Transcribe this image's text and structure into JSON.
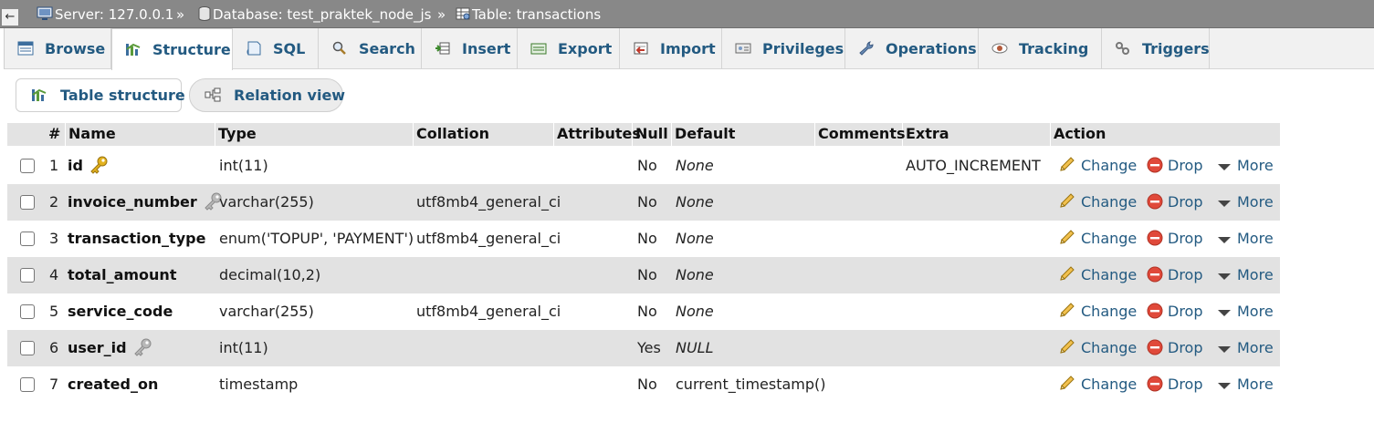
{
  "breadcrumb": {
    "server": "Server: 127.0.0.1",
    "database": "Database: test_praktek_node_js",
    "table": "Table: transactions",
    "separator": "»",
    "back_label": "←"
  },
  "tabs": [
    {
      "label": "Browse",
      "icon": "browse-icon"
    },
    {
      "label": "Structure",
      "icon": "structure-icon",
      "active": true
    },
    {
      "label": "SQL",
      "icon": "sql-icon"
    },
    {
      "label": "Search",
      "icon": "search-icon"
    },
    {
      "label": "Insert",
      "icon": "insert-icon"
    },
    {
      "label": "Export",
      "icon": "export-icon"
    },
    {
      "label": "Import",
      "icon": "import-icon"
    },
    {
      "label": "Privileges",
      "icon": "privileges-icon"
    },
    {
      "label": "Operations",
      "icon": "operations-icon"
    },
    {
      "label": "Tracking",
      "icon": "tracking-icon"
    },
    {
      "label": "Triggers",
      "icon": "triggers-icon"
    }
  ],
  "subtabs": {
    "table_structure": "Table structure",
    "relation_view": "Relation view"
  },
  "columns": {
    "num": "#",
    "name": "Name",
    "type": "Type",
    "collation": "Collation",
    "attributes": "Attributes",
    "null": "Null",
    "default": "Default",
    "comments": "Comments",
    "extra": "Extra",
    "action": "Action"
  },
  "actions": {
    "change": "Change",
    "drop": "Drop",
    "more": "More"
  },
  "rows": [
    {
      "num": "1",
      "name": "id",
      "key": "primary",
      "type": "int(11)",
      "collation": "",
      "null": "No",
      "default": "None",
      "extra": "AUTO_INCREMENT"
    },
    {
      "num": "2",
      "name": "invoice_number",
      "key": "index",
      "type": "varchar(255)",
      "collation": "utf8mb4_general_ci",
      "null": "No",
      "default": "None",
      "extra": ""
    },
    {
      "num": "3",
      "name": "transaction_type",
      "key": "",
      "type": "enum('TOPUP', 'PAYMENT')",
      "collation": "utf8mb4_general_ci",
      "null": "No",
      "default": "None",
      "extra": ""
    },
    {
      "num": "4",
      "name": "total_amount",
      "key": "",
      "type": "decimal(10,2)",
      "collation": "",
      "null": "No",
      "default": "None",
      "extra": ""
    },
    {
      "num": "5",
      "name": "service_code",
      "key": "",
      "type": "varchar(255)",
      "collation": "utf8mb4_general_ci",
      "null": "No",
      "default": "None",
      "extra": ""
    },
    {
      "num": "6",
      "name": "user_id",
      "key": "index",
      "type": "int(11)",
      "collation": "",
      "null": "Yes",
      "default": "NULL",
      "extra": ""
    },
    {
      "num": "7",
      "name": "created_on",
      "key": "",
      "type": "timestamp",
      "collation": "",
      "null": "No",
      "default": "current_timestamp()",
      "default_plain": true,
      "extra": ""
    }
  ]
}
